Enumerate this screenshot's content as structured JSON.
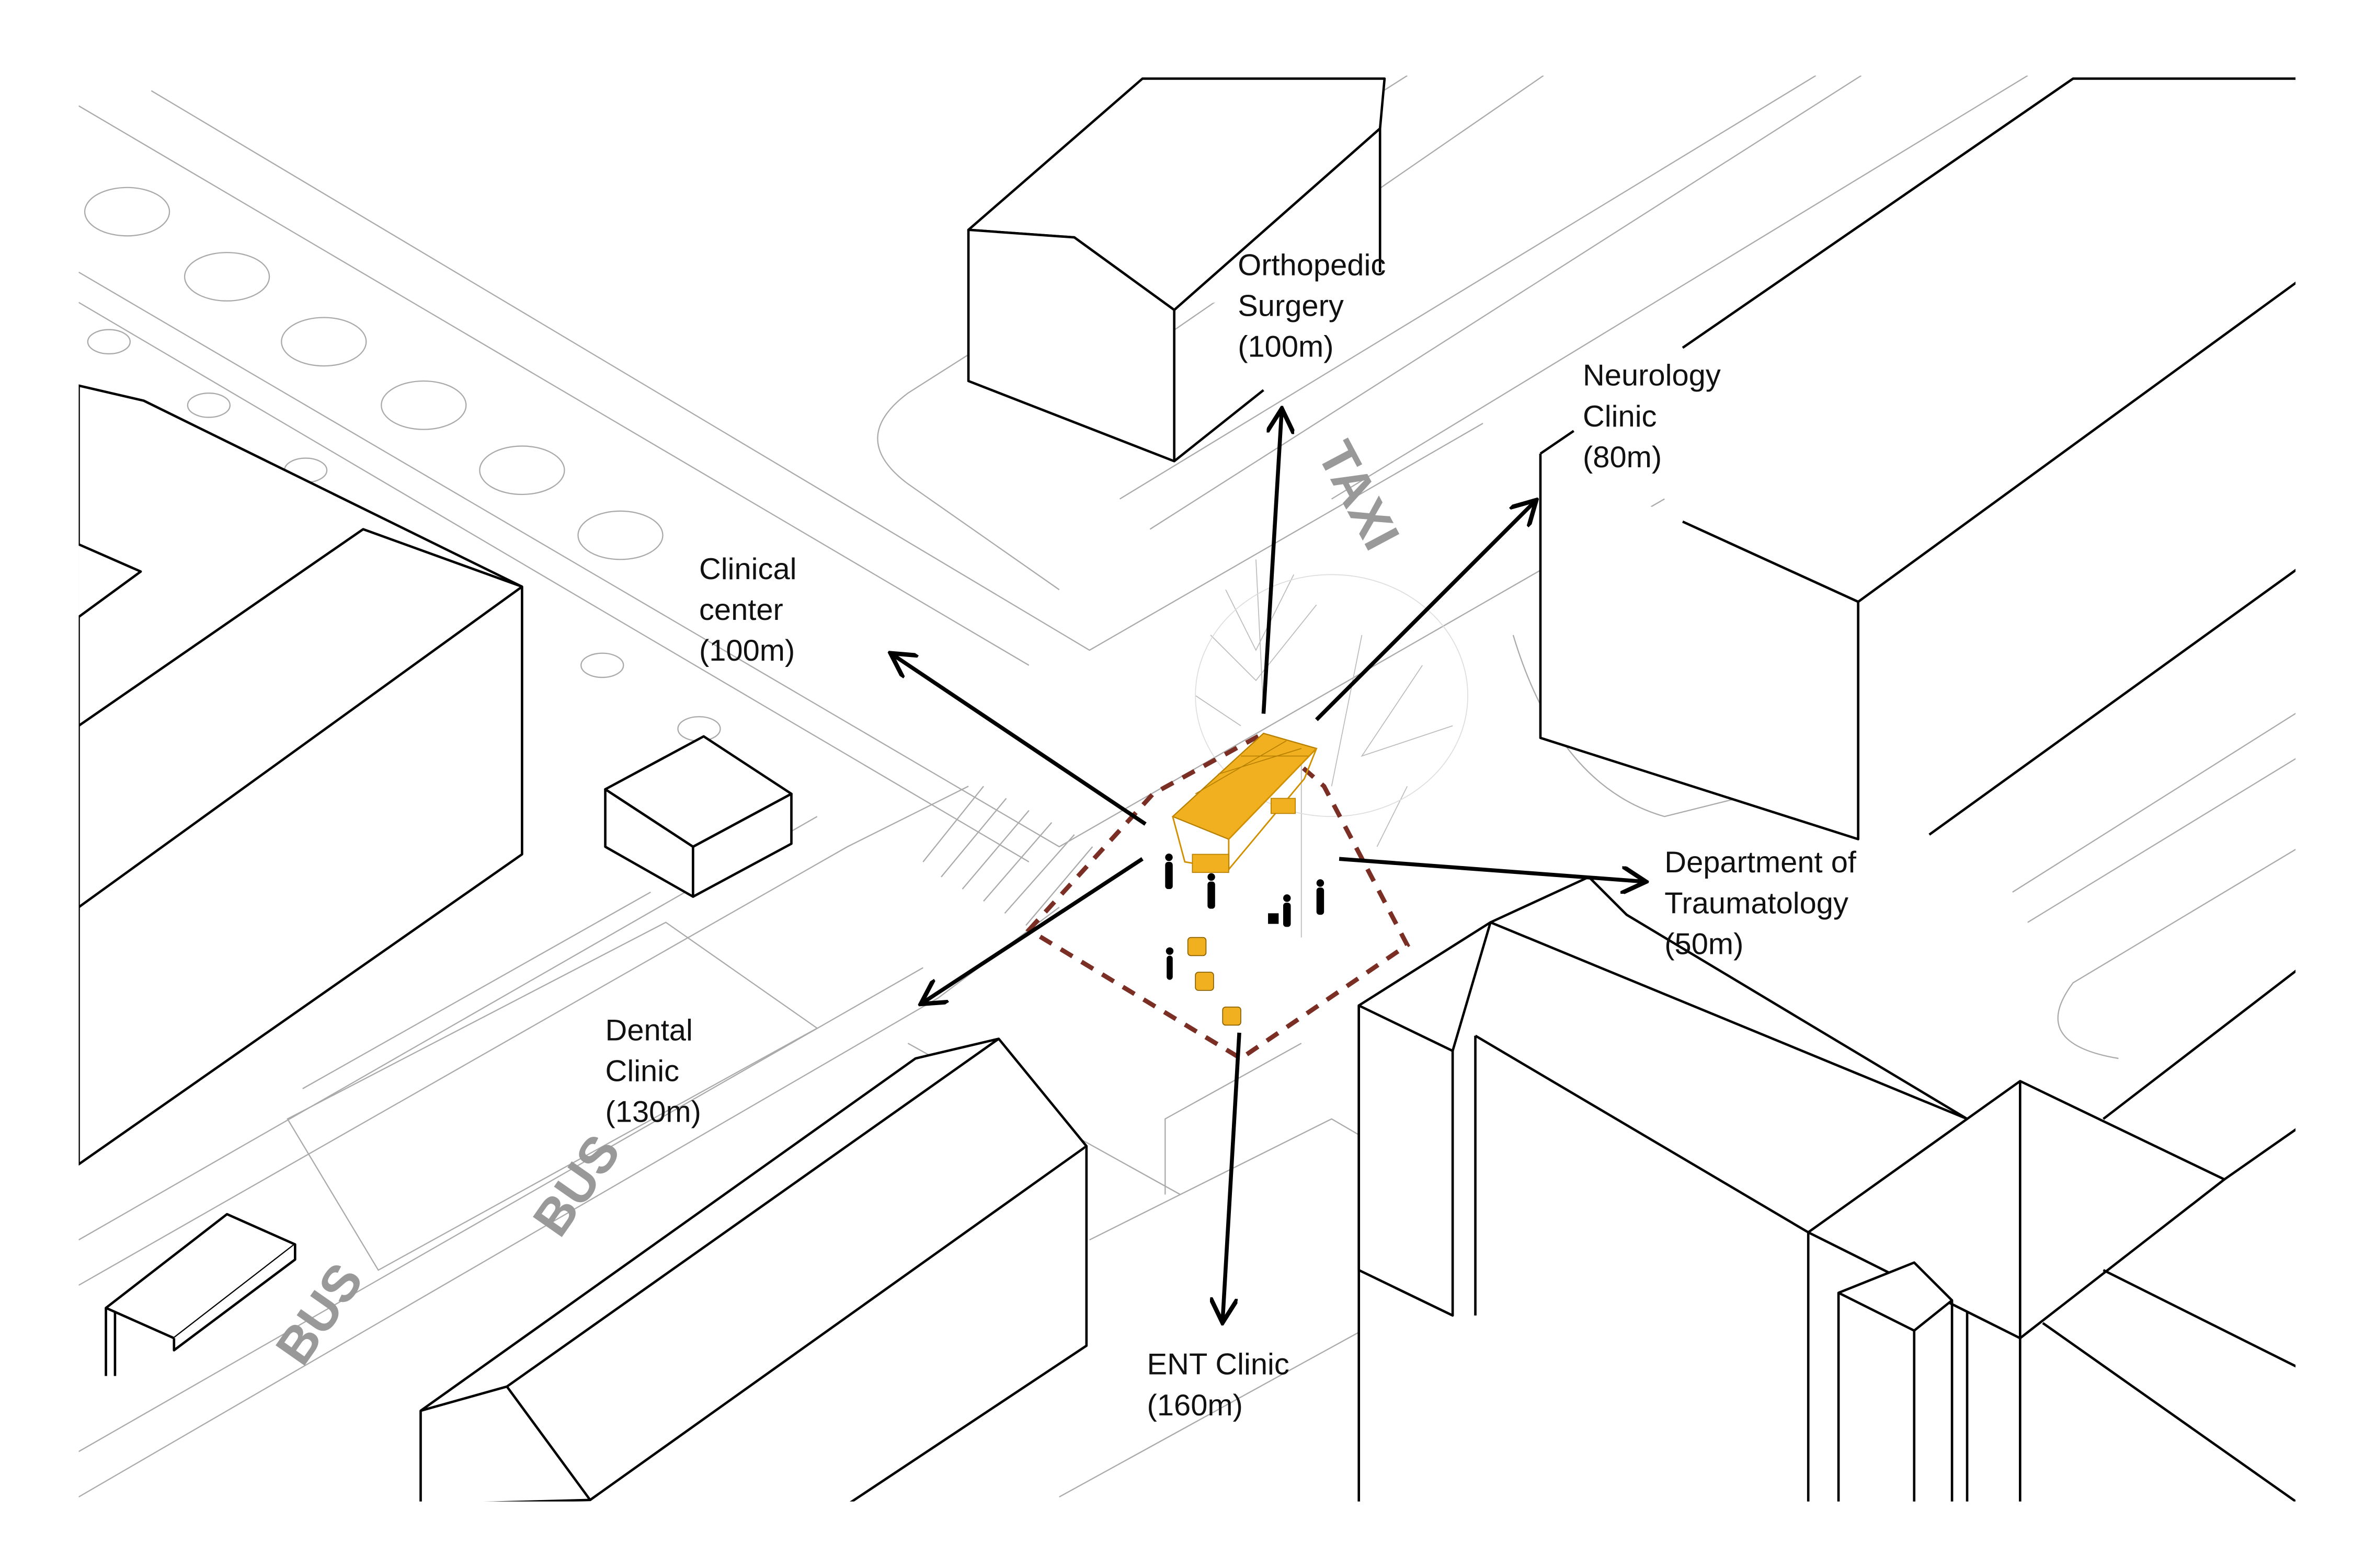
{
  "title": "Site accessibility diagram",
  "colors": {
    "pavilion": "#f0b020",
    "boundary": "#7a2e24",
    "buildings": "#000000",
    "context": "#aaaaaa"
  },
  "destinations": [
    {
      "name_lines": [
        "Orthopedic",
        "Surgery"
      ],
      "distance": "(100m)"
    },
    {
      "name_lines": [
        "Neurology",
        "Clinic"
      ],
      "distance": "(80m)"
    },
    {
      "name_lines": [
        "Clinical",
        "center"
      ],
      "distance": "(100m)"
    },
    {
      "name_lines": [
        "Department of",
        "Traumatology"
      ],
      "distance": "(50m)"
    },
    {
      "name_lines": [
        "Dental",
        "Clinic"
      ],
      "distance": "(130m)"
    },
    {
      "name_lines": [
        "ENT Clinic"
      ],
      "distance": "(160m)"
    }
  ],
  "road_markings": {
    "taxi": "TAXI",
    "bus_1": "BUS",
    "bus_2": "BUS"
  }
}
